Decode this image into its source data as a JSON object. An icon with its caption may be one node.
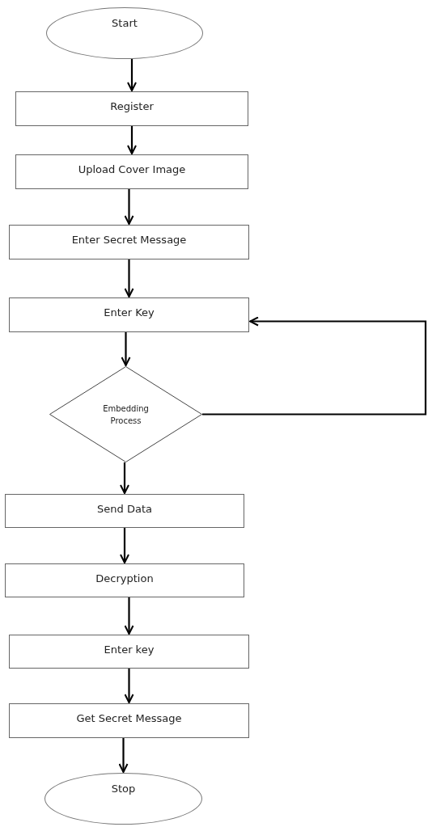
{
  "diagram": {
    "nodes": [
      {
        "text": [
          "Start"
        ]
      },
      {
        "text": [
          "Register"
        ]
      },
      {
        "text": [
          "Upload Cover Image"
        ]
      },
      {
        "text": [
          "Enter Secret Message"
        ]
      },
      {
        "text": [
          "Enter Key"
        ]
      },
      {
        "text": [
          "Embedding Process"
        ]
      },
      {
        "text": [
          "Send Data"
        ]
      },
      {
        "text": [
          "Decryption"
        ]
      },
      {
        "text": [
          "Enter key"
        ]
      },
      {
        "text": [
          "Get Secret Message"
        ]
      },
      {
        "text": [
          "Stop"
        ]
      }
    ],
    "edges": [
      {
        "from": 0,
        "to": 1,
        "arrow": "to"
      },
      {
        "from": 1,
        "to": 2,
        "arrow": "to"
      },
      {
        "from": 2,
        "to": 3,
        "arrow": "to"
      },
      {
        "from": 3,
        "to": 4,
        "arrow": "to"
      },
      {
        "from": 4,
        "to": 5,
        "arrow": "to"
      },
      {
        "from": 5,
        "to": 4,
        "arrow": "to"
      },
      {
        "from": 5,
        "to": 6,
        "arrow": "to"
      },
      {
        "from": 6,
        "to": 7,
        "arrow": "to"
      },
      {
        "from": 7,
        "to": 8,
        "arrow": "to"
      },
      {
        "from": 8,
        "to": 9,
        "arrow": "to"
      },
      {
        "from": 9,
        "to": 10,
        "arrow": "to"
      }
    ]
  }
}
